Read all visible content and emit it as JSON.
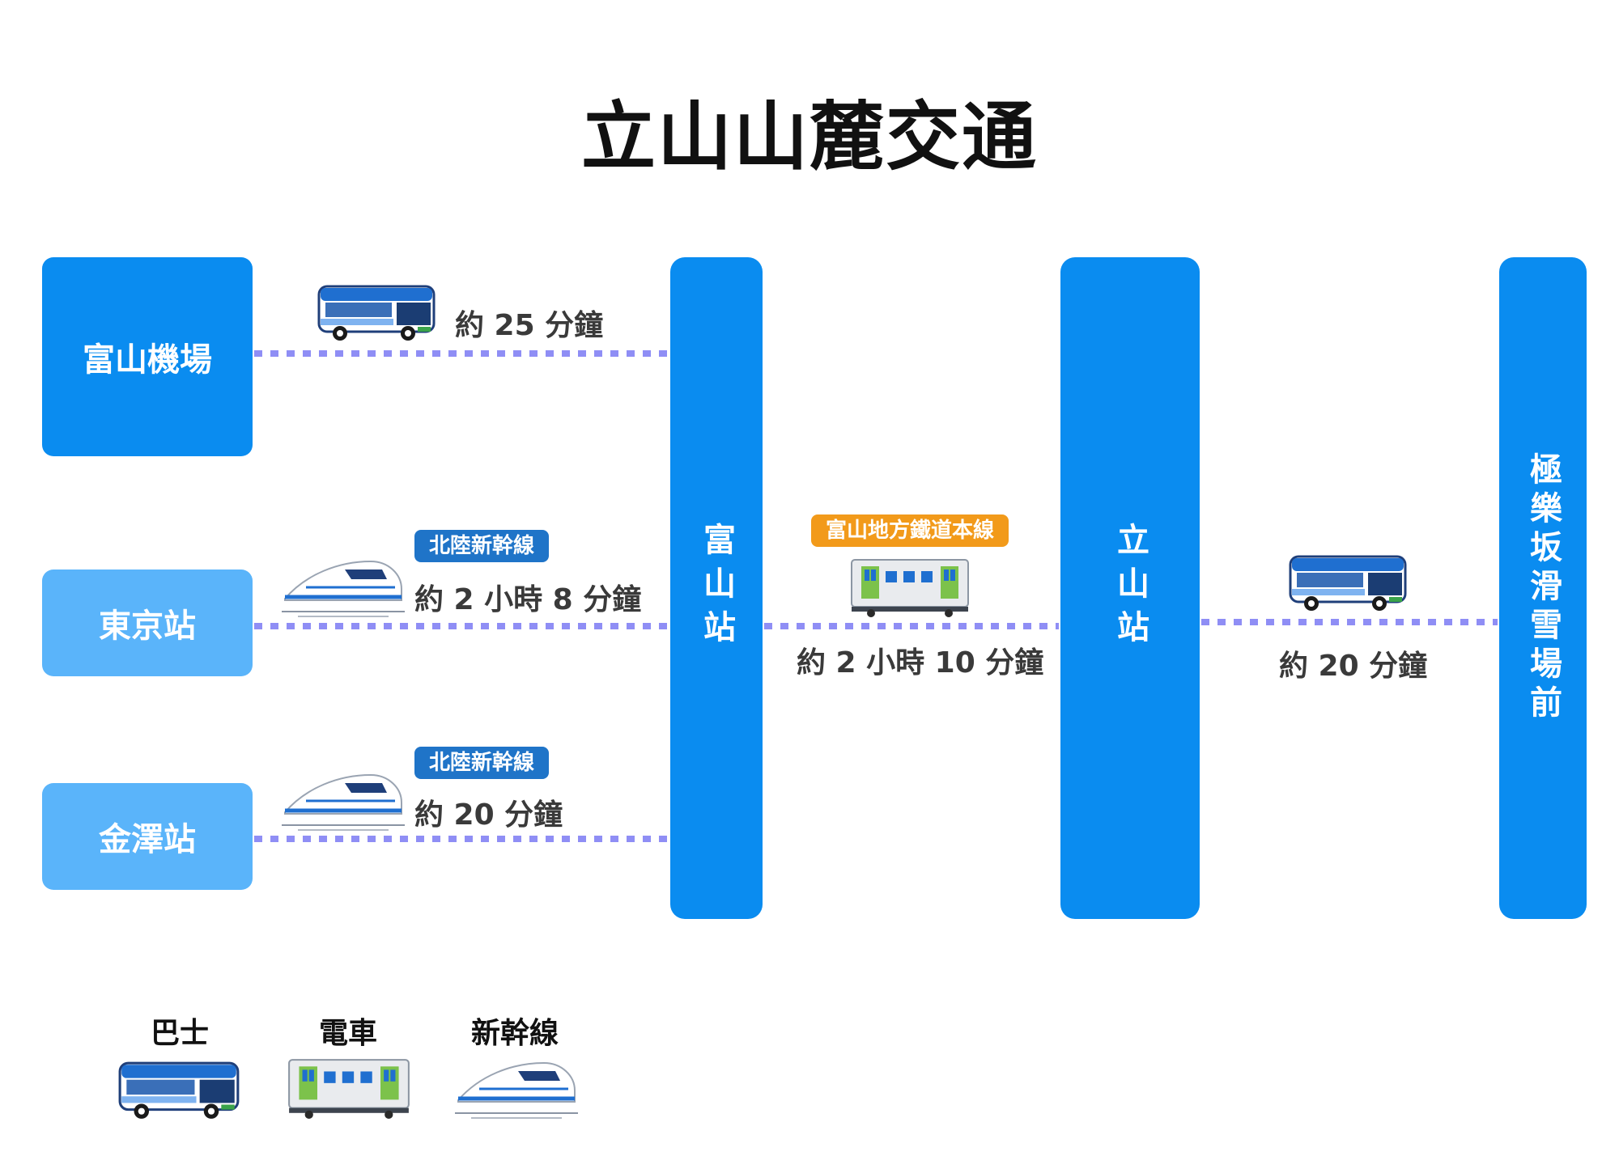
{
  "title": "立山山麓交通",
  "origins": {
    "airport": "富山機場",
    "tokyo": "東京站",
    "kanazawa": "金澤站"
  },
  "hubs": {
    "toyama": "富山站",
    "tateyama": "立山站",
    "ski": "極樂坂滑雪場前"
  },
  "routes": {
    "airport_time": "約 25  分鐘",
    "tokyo_line": "北陸新幹線",
    "tokyo_time": "約 2 小時 8 分鐘",
    "kanazawa_line": "北陸新幹線",
    "kanazawa_time": "約 20 分鐘",
    "local_line": "富山地方鐵道本線",
    "local_time": "約 2 小時 10 分鐘",
    "ski_time": "約 20 分鐘"
  },
  "legend": {
    "bus": "巴士",
    "train": "電車",
    "shinkansen": "新幹線"
  },
  "colors": {
    "primary": "#0a8cf0",
    "light": "#5ab4fa",
    "dots": "#8f8ef5",
    "tag_blue": "#1f74c8",
    "tag_orange": "#f29a1a"
  },
  "icons": [
    "bus-icon",
    "train-icon",
    "shinkansen-icon"
  ]
}
